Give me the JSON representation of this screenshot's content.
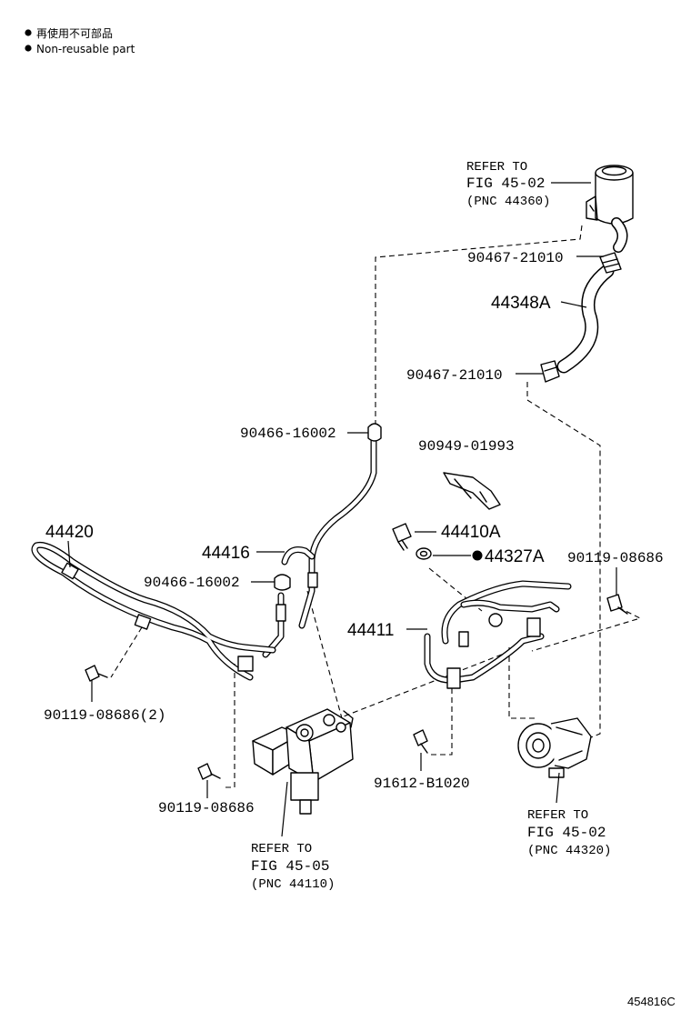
{
  "legend": {
    "japanese": "再使用不可部品",
    "english": "Non-reusable part"
  },
  "figure_id": "454816C",
  "references": {
    "reservoir": {
      "line1": "REFER TO",
      "line2": "FIG 45-02",
      "line3": "(PNC 44360)"
    },
    "pump": {
      "line1": "REFER TO",
      "line2": "FIG 45-02",
      "line3": "(PNC 44320)"
    },
    "gear": {
      "line1": "REFER TO",
      "line2": "FIG 45-05",
      "line3": "(PNC 44110)"
    }
  },
  "parts": {
    "clamp_upper": "90467-21010",
    "hose": "44348A",
    "clamp_lower": "90467-21010",
    "tube_clamp_top": "90466-16002",
    "bracket_clamp": "90949-01993",
    "bolt_union": "44410A",
    "gasket": "44327A",
    "bolt_right": "90119-08686",
    "cooler_tube": "44420",
    "return_tube": "44416",
    "tube_clamp_mid": "90466-16002",
    "pressure_tube": "44411",
    "bolt_left": "90119-08686(2)",
    "bolt_bracket": "91612-B1020",
    "bolt_gear": "90119-08686"
  }
}
